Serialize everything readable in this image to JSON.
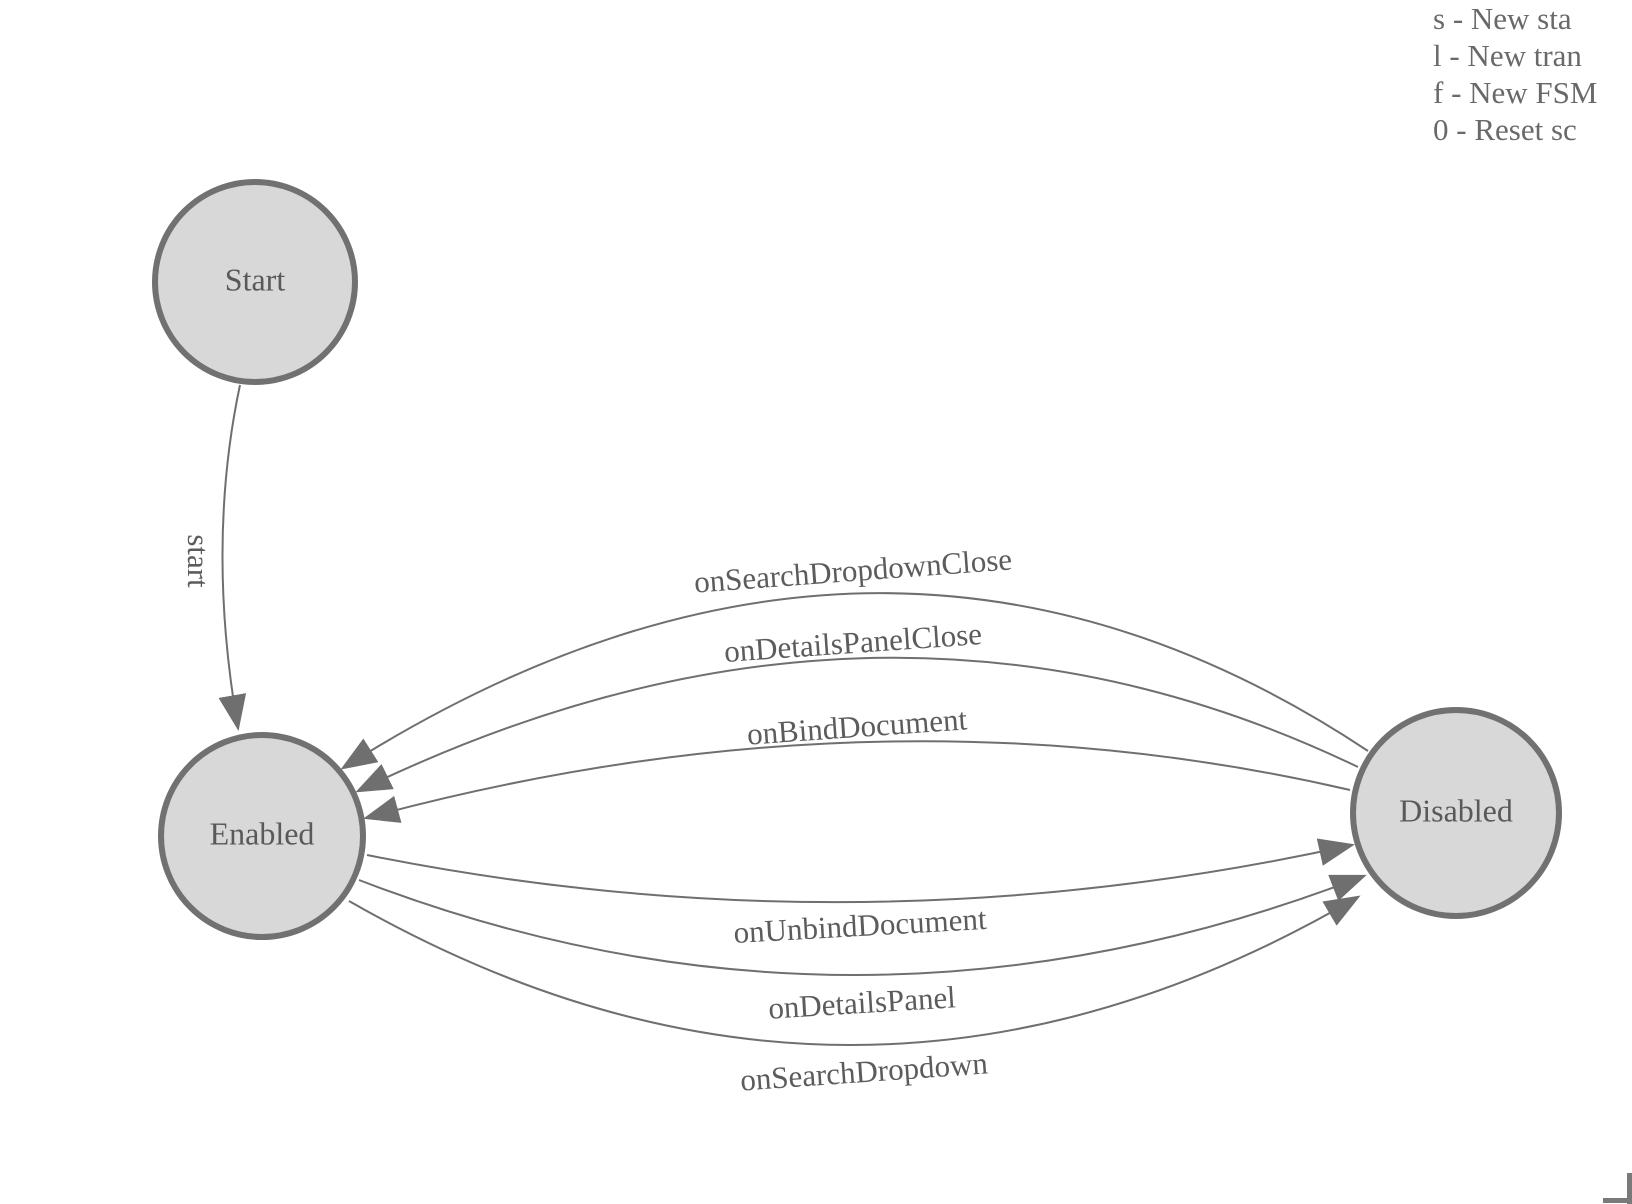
{
  "diagram": {
    "states": [
      {
        "label": "Start"
      },
      {
        "label": "Enabled"
      },
      {
        "label": "Disabled"
      }
    ],
    "transitions": [
      {
        "label": "start",
        "from": "Start",
        "to": "Enabled"
      },
      {
        "label": "onSearchDropdownClose",
        "from": "Disabled",
        "to": "Enabled"
      },
      {
        "label": "onDetailsPanelClose",
        "from": "Disabled",
        "to": "Enabled"
      },
      {
        "label": "onBindDocument",
        "from": "Disabled",
        "to": "Enabled"
      },
      {
        "label": "onUnbindDocument",
        "from": "Enabled",
        "to": "Disabled"
      },
      {
        "label": "onDetailsPanel",
        "from": "Enabled",
        "to": "Disabled"
      },
      {
        "label": "onSearchDropdown",
        "from": "Enabled",
        "to": "Disabled"
      }
    ],
    "legend": {
      "lines": [
        "s - New sta",
        "l - New tran",
        "f - New FSM",
        "0 - Reset sc"
      ]
    },
    "colors": {
      "state_fill": "#d8d8d8",
      "state_border": "#717171",
      "edge_stroke": "#6f6f6f",
      "label_text": "#5c5c5c"
    }
  }
}
